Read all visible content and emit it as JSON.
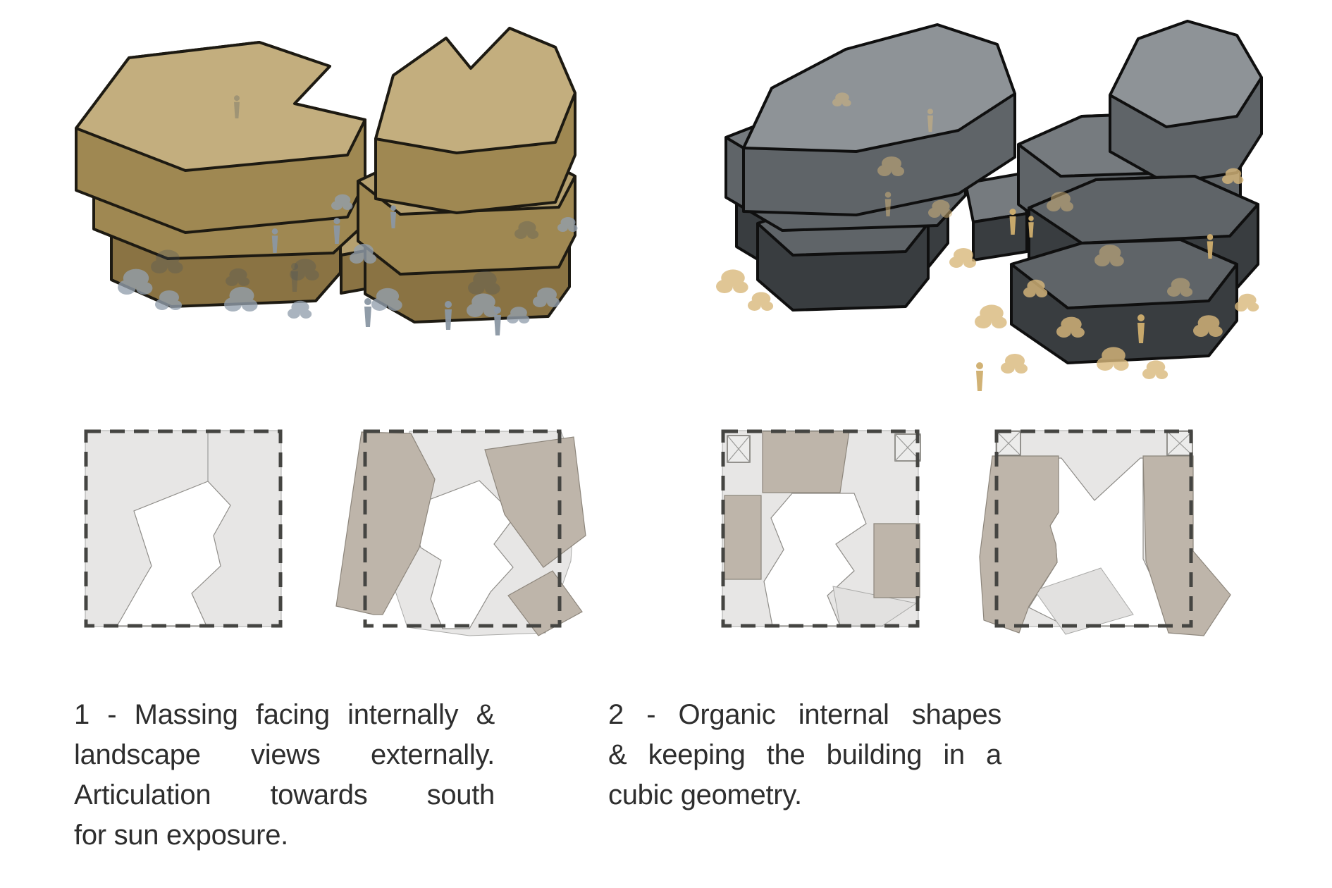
{
  "title": "massing-options-diagram",
  "palette": {
    "background": "#ffffff",
    "text": "#2e2e2e",
    "plan_light": "#e7e6e5",
    "plan_tan": "#beb5aa",
    "plan_dash": "#454542",
    "plan_void": "#ffffff"
  },
  "panels": [
    {
      "label": "1",
      "caption": "1 - Massing facing internally & landscape views externally. Articulation towards south for sun exposure.",
      "caption_lines": [
        "1 - Massing facing internally &",
        "landscape views externally.",
        "Articulation towards south",
        "for sun exposure."
      ],
      "massing": {
        "material_top": "#c3ae7e",
        "material_side": "#9f8852",
        "material_base": "#8a7343",
        "outline": "#1d1a12",
        "context_color": "#93a0ae"
      }
    },
    {
      "label": "2",
      "caption": "2 - Organic internal shapes & keeping the building in a cubic geometry.",
      "caption_lines": [
        "2 - Organic internal shapes",
        "& keeping the building in a",
        "cubic geometry."
      ],
      "massing": {
        "material_top": "#8e9397",
        "material_side": "#5f6468",
        "material_base": "#393d40",
        "outline": "#0f0f0f",
        "context_color": "#d9b87b"
      }
    }
  ]
}
